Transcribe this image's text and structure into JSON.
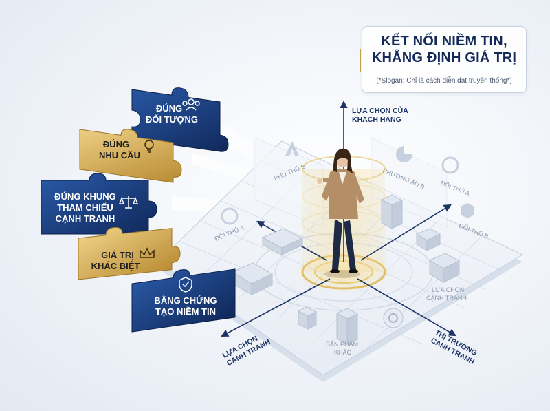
{
  "title": {
    "line1": "KẾT NỐI NIỀM TIN,",
    "line2": "KHẲNG ĐỊNH GIÁ TRỊ",
    "slogan": "(*Slogan: Chỉ là cách diễn đạt truyền thống*)"
  },
  "puzzle": {
    "piece1": {
      "line1": "ĐÚNG",
      "line2": "ĐỐI TƯỢNG",
      "icon": "people-icon"
    },
    "piece2": {
      "line1": "ĐÚNG",
      "line2": "NHU CẦU",
      "icon": "lightbulb-icon"
    },
    "piece3": {
      "line1": "ĐÚNG KHUNG",
      "line2": "THAM CHIẾU",
      "line3": "CẠNH TRANH",
      "icon": "scales-icon"
    },
    "piece4": {
      "line1": "GIÁ TRỊ",
      "line2": "KHÁC BIỆT",
      "icon": "crown-icon"
    },
    "piece5": {
      "line1": "BẰNG CHỨNG",
      "line2": "TẠO NIỀM TIN",
      "icon": "shield-check-icon"
    }
  },
  "axes": {
    "up": {
      "line1": "LỰA CHỌN CỦA",
      "line2": "KHÁCH HÀNG"
    },
    "left": {
      "line1": "LỰA CHỌN",
      "line2": "CẠNH TRANH"
    },
    "right": {
      "line1": "THỊ TRƯỜNG",
      "line2": "CẠNH TRANH"
    }
  },
  "platform_labels": {
    "phu_thu_b": "PHỤ THỦ B",
    "phuong_an_b": "PHƯƠNG ÁN B",
    "doi_thu_a_top": "ĐỐI THỦ A",
    "doi_thu_a_left": "ĐỐI THỦ A",
    "doi_thu_b": "ĐỐI THỦ B",
    "lua_chon_canh_tranh": {
      "line1": "LỰA CHỌN",
      "line2": "CẠNH TRANH"
    },
    "san_pham_khac": {
      "line1": "SẢN PHẨM",
      "line2": "KHÁC"
    }
  },
  "colors": {
    "navy": "#1b3a78",
    "navy_dark": "#10285a",
    "gold": "#c9a24a",
    "gold_light": "#e5c676",
    "text_dark": "#14285a"
  }
}
